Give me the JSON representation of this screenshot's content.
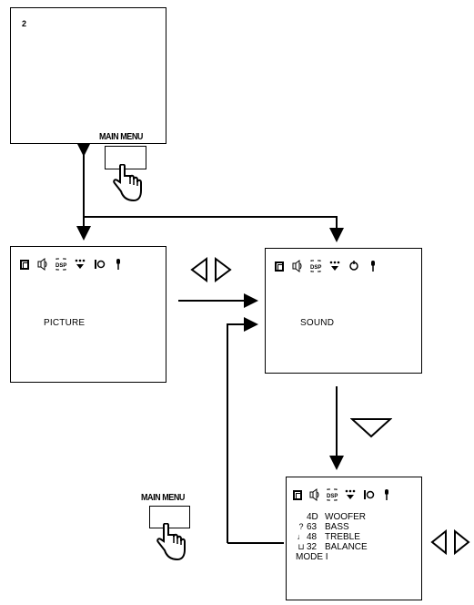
{
  "tv_screen": {
    "channel": "2"
  },
  "main_menu_button_top": {
    "label": "MAIN MENU"
  },
  "main_menu_button_bottom": {
    "label": "MAIN MENU"
  },
  "picture_menu": {
    "label": "PICTURE",
    "icons": [
      "picture-frame-icon",
      "audio-waves-icon",
      "dsp-icon",
      "timer-dots-icon",
      "setup-icon",
      "mic-icon"
    ]
  },
  "sound_menu": {
    "label": "SOUND",
    "icons": [
      "picture-frame-icon",
      "audio-waves-icon",
      "dsp-icon",
      "timer-dots-icon",
      "setup-icon",
      "mic-icon"
    ]
  },
  "sound_adjust_menu": {
    "icons": [
      "picture-frame-icon",
      "audio-waves-icon",
      "dsp-icon",
      "timer-dots-icon",
      "setup-icon",
      "mic-icon"
    ],
    "settings": [
      {
        "value": "4D",
        "name": "WOOFER"
      },
      {
        "value": "63",
        "name": "BASS"
      },
      {
        "value": "48",
        "name": "TREBLE"
      },
      {
        "value": "32",
        "name": "BALANCE"
      }
    ],
    "mode": "MODE I"
  },
  "colors": {
    "line": "#000000",
    "background": "#ffffff"
  }
}
